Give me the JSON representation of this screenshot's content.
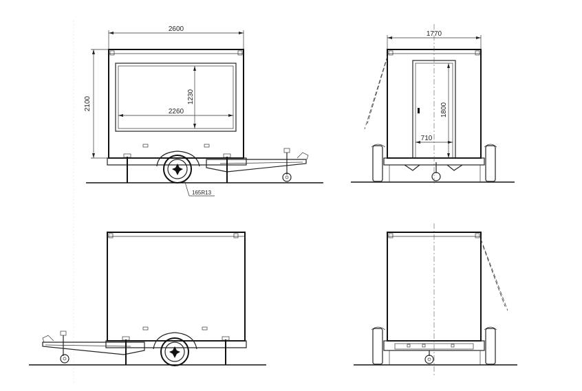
{
  "dimensions": {
    "side_length": "2600",
    "side_height": "2100",
    "window_width": "2260",
    "window_height": "1230",
    "rear_width": "1770",
    "door_height": "1800",
    "door_width": "710"
  },
  "tire_label": "165R13"
}
